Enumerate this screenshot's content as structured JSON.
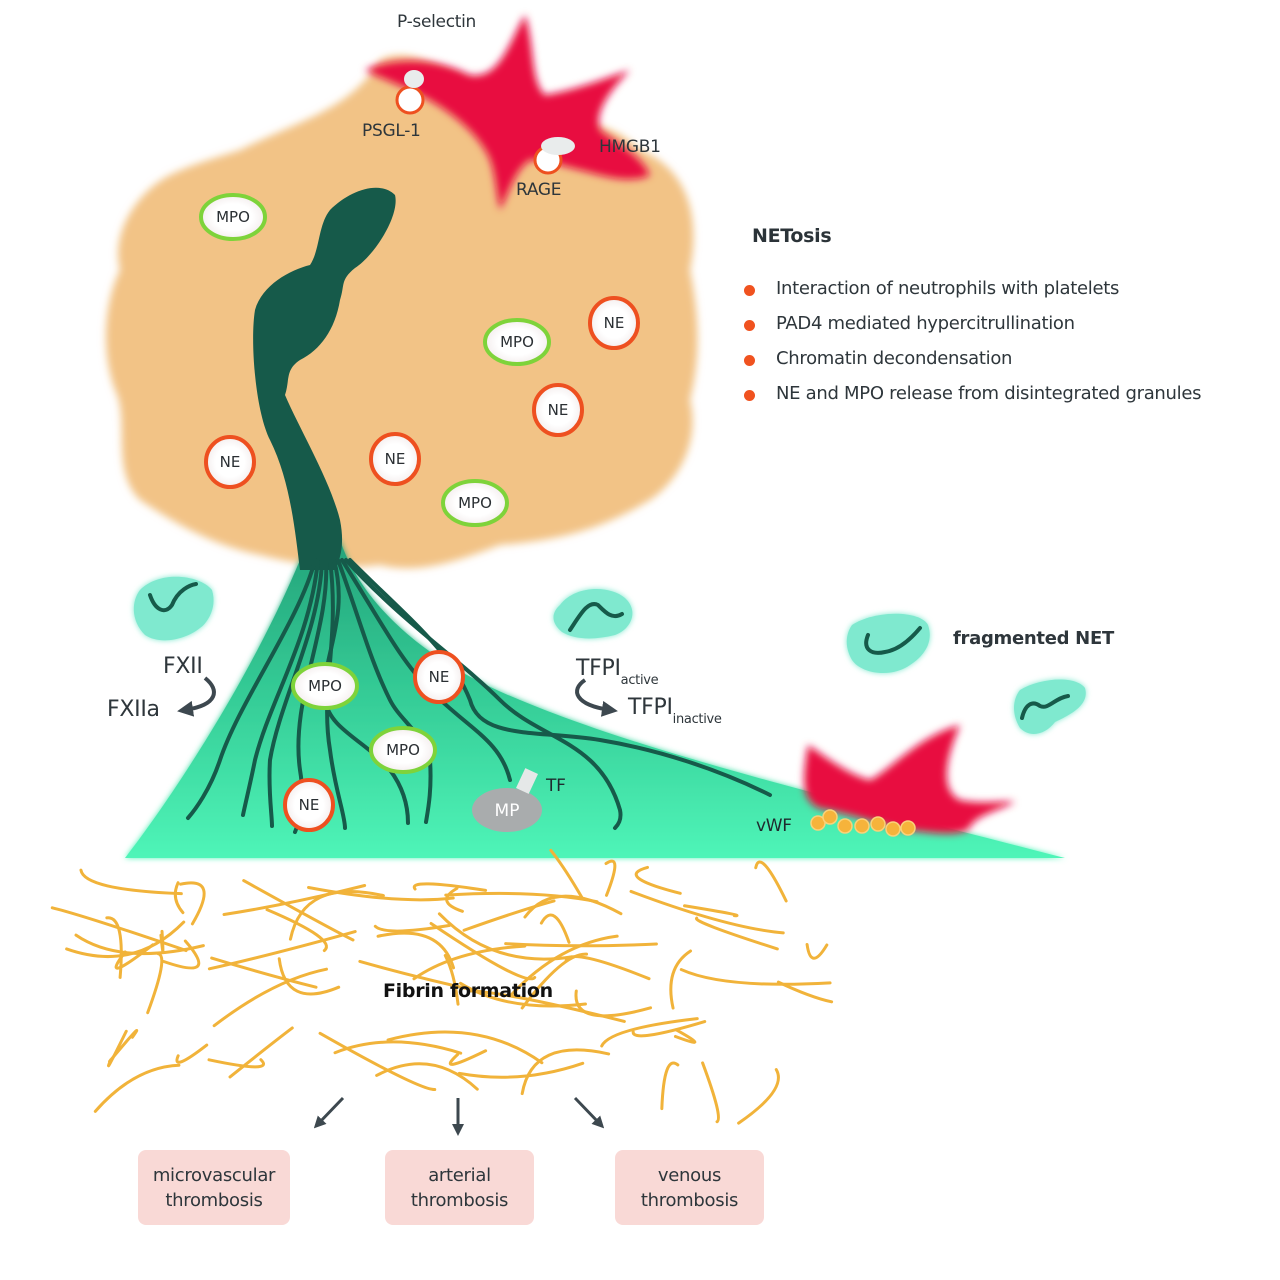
{
  "colors": {
    "cell": "#f2c386",
    "nucleus": "#165a4a",
    "net": "#3fe2a6",
    "platelet": "#e8103f",
    "ne_ring": "#ee5020",
    "mpo_ring": "#7ed33a",
    "fibrin": "#f1b33a",
    "fragment": "#7fe9cf",
    "bullet": "#f0521f",
    "outcome_box": "#f9d9d6",
    "arrow": "#3d484f",
    "mp": "#a9acad"
  },
  "receptors": {
    "p_selectin": "P-selectin",
    "psgl1": "PSGL-1",
    "hmgb1": "HMGB1",
    "rage": "RAGE"
  },
  "granules": {
    "ne_label": "NE",
    "mpo_label": "MPO"
  },
  "netosis": {
    "title": "NETosis",
    "items": [
      "Interaction of neutrophils with platelets",
      "PAD4 mediated hypercitrullination",
      "Chromatin decondensation",
      "NE and MPO release from disintegrated granules"
    ]
  },
  "coagulation": {
    "fxii": "FXII",
    "fxiia": "FXIIa",
    "tfpi": "TFPI",
    "active": "active",
    "inactive": "inactive",
    "mp": "MP",
    "tf": "TF",
    "vwf": "vWF"
  },
  "fragmented_net": "fragmented NET",
  "fibrin": "Fibrin formation",
  "outcomes": [
    {
      "line1": "microvascular",
      "line2": "thrombosis"
    },
    {
      "line1": "arterial",
      "line2": "thrombosis"
    },
    {
      "line1": "venous",
      "line2": "thrombosis"
    }
  ]
}
